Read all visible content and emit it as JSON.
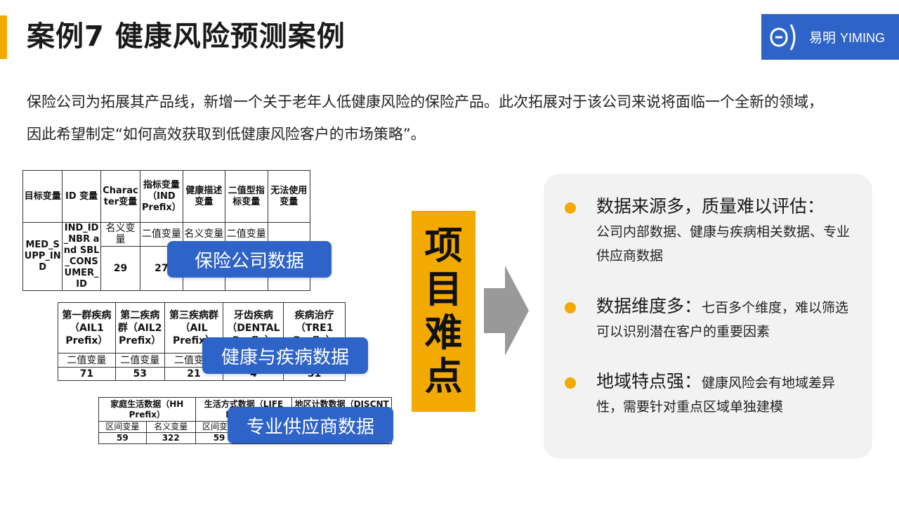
{
  "title": "案例7 健康风险预测案例",
  "logo": {
    "cn": "易明",
    "en": "YIMING"
  },
  "intro": "保险公司为拓展其产品线，新增一个关于老年人低健康风险的保险产品。此次拓展对于该公司来说将面临一个全新的领域，因此希望制定“如何高效获取到低健康风险客户的市场策略”。",
  "table1": {
    "headers": [
      "目标变量",
      "ID 变量",
      "Character变量",
      "指标变量（IND Prefix）",
      "健康描述变量",
      "二值型指标变量",
      "无法使用变量"
    ],
    "target": "MED_SUPP_IND",
    "id_var": "IND_ID_NBR and SBL_CONSUMER_ID",
    "types": [
      "名义变量",
      "二值变量",
      "名义变量",
      "二值变量"
    ],
    "counts": [
      "29",
      "27"
    ]
  },
  "table2": {
    "headers": [
      "第一群疾病（AIL1 Prefix）",
      "第二疾病群（AIL2 Prefix）",
      "第三疾病群（AIL Prefix）",
      "牙齿疾病（DENTAL Prefix）",
      "疾病治疗（TRE1 Prefix）"
    ],
    "types": [
      "二值变量",
      "二值变量",
      "二值变量"
    ],
    "counts": [
      "71",
      "53",
      "21",
      "4",
      "31"
    ]
  },
  "table3": {
    "headers": [
      "家庭生活数据（HH Prefix）",
      "生活方式数据（LIFE Prefix）",
      "地区计数数据（DISCNT Prefix）"
    ],
    "types": [
      "区间变量",
      "名义变量",
      "区间变量"
    ],
    "counts": [
      "59",
      "322",
      "59"
    ]
  },
  "pills": [
    "保险公司数据",
    "健康与疾病数据",
    "专业供应商数据"
  ],
  "difficulty_label": "项目难点",
  "points": [
    {
      "head": "数据来源多，质量难以评估：",
      "body": "公司内部数据、健康与疾病相关数据、专业供应商数据"
    },
    {
      "head": "数据维度多：",
      "body": "七百多个维度，难以筛选可以识别潜在客户的重要因素"
    },
    {
      "head": "地域特点强：",
      "body": "健康风险会有地域差异性，需要针对重点区域单独建模"
    }
  ],
  "colors": {
    "accent": "#f2a900",
    "brand_blue": "#2e63c7",
    "panel_bg": "#f1f2f1",
    "arrow": "#999999"
  }
}
